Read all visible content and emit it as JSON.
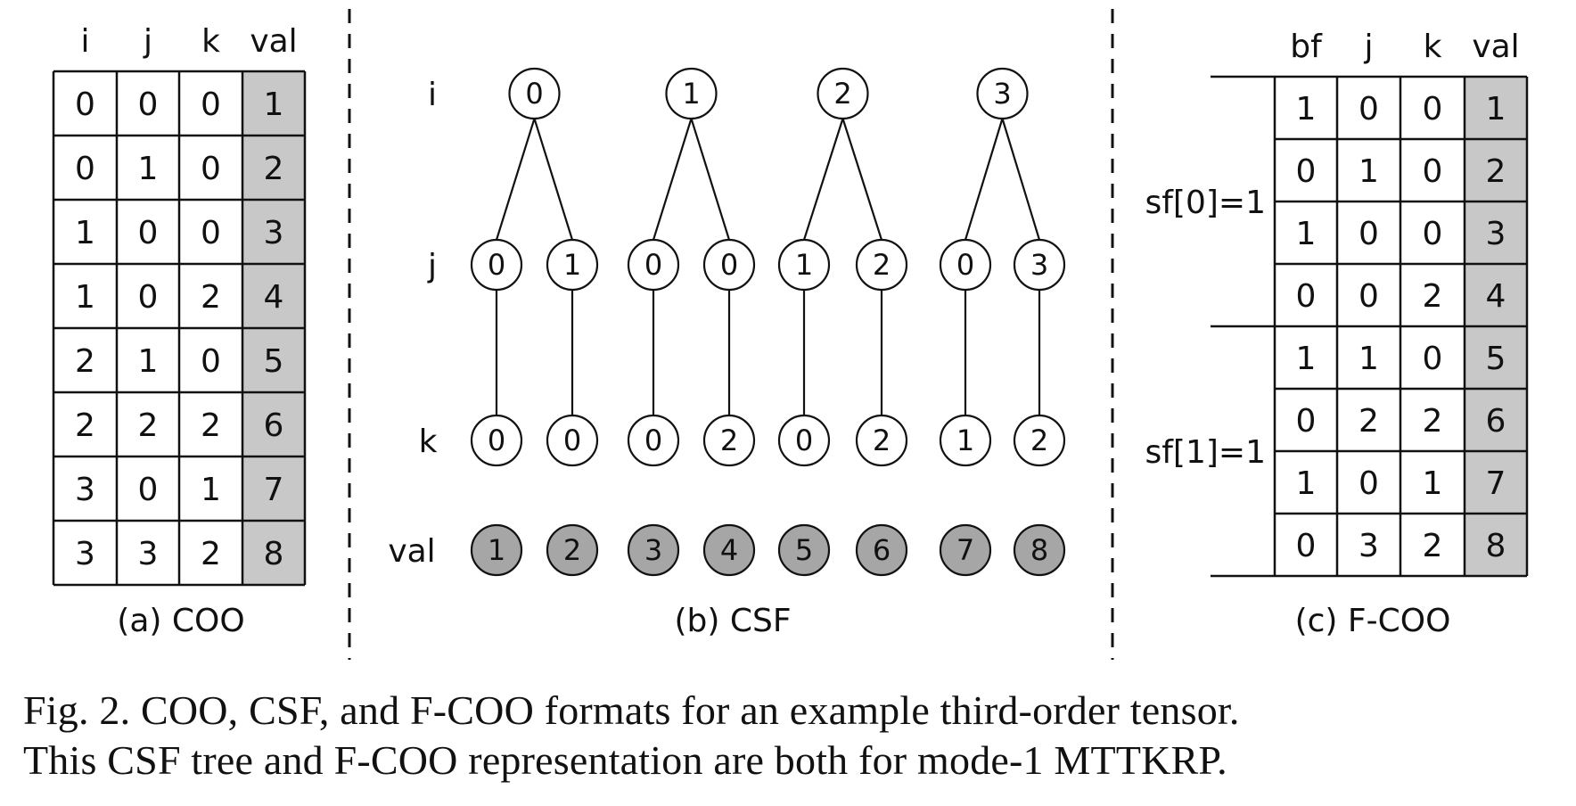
{
  "coo": {
    "headers": [
      "i",
      "j",
      "k",
      "val"
    ],
    "rows": [
      [
        "0",
        "0",
        "0",
        "1"
      ],
      [
        "0",
        "1",
        "0",
        "2"
      ],
      [
        "1",
        "0",
        "0",
        "3"
      ],
      [
        "1",
        "0",
        "2",
        "4"
      ],
      [
        "2",
        "1",
        "0",
        "5"
      ],
      [
        "2",
        "2",
        "2",
        "6"
      ],
      [
        "3",
        "0",
        "1",
        "7"
      ],
      [
        "3",
        "3",
        "2",
        "8"
      ]
    ],
    "caption": "(a) COO"
  },
  "csf": {
    "level_labels": [
      "i",
      "j",
      "k",
      "val"
    ],
    "i_nodes": [
      "0",
      "1",
      "2",
      "3"
    ],
    "j_nodes": [
      "0",
      "1",
      "0",
      "0",
      "1",
      "2",
      "0",
      "3"
    ],
    "k_nodes": [
      "0",
      "0",
      "0",
      "2",
      "0",
      "2",
      "1",
      "2"
    ],
    "val_nodes": [
      "1",
      "2",
      "3",
      "4",
      "5",
      "6",
      "7",
      "8"
    ],
    "j_parent": [
      0,
      0,
      1,
      1,
      2,
      2,
      3,
      3
    ],
    "caption": "(b) CSF"
  },
  "fcoo": {
    "headers": [
      "bf",
      "j",
      "k",
      "val"
    ],
    "rows": [
      [
        "1",
        "0",
        "0",
        "1"
      ],
      [
        "0",
        "1",
        "0",
        "2"
      ],
      [
        "1",
        "0",
        "0",
        "3"
      ],
      [
        "0",
        "0",
        "2",
        "4"
      ],
      [
        "1",
        "1",
        "0",
        "5"
      ],
      [
        "0",
        "2",
        "2",
        "6"
      ],
      [
        "1",
        "0",
        "1",
        "7"
      ],
      [
        "0",
        "3",
        "2",
        "8"
      ]
    ],
    "groups": [
      "sf[0]=1",
      "sf[1]=1"
    ],
    "caption": "(c) F-COO"
  },
  "figure_caption": {
    "line1": "Fig. 2.  COO, CSF, and F-COO formats for an example third-order tensor.",
    "line2": "This CSF tree and F-COO representation are both for mode-1 MTTKRP."
  },
  "colors": {
    "shade": "#c8c8c8",
    "line": "#111111"
  }
}
